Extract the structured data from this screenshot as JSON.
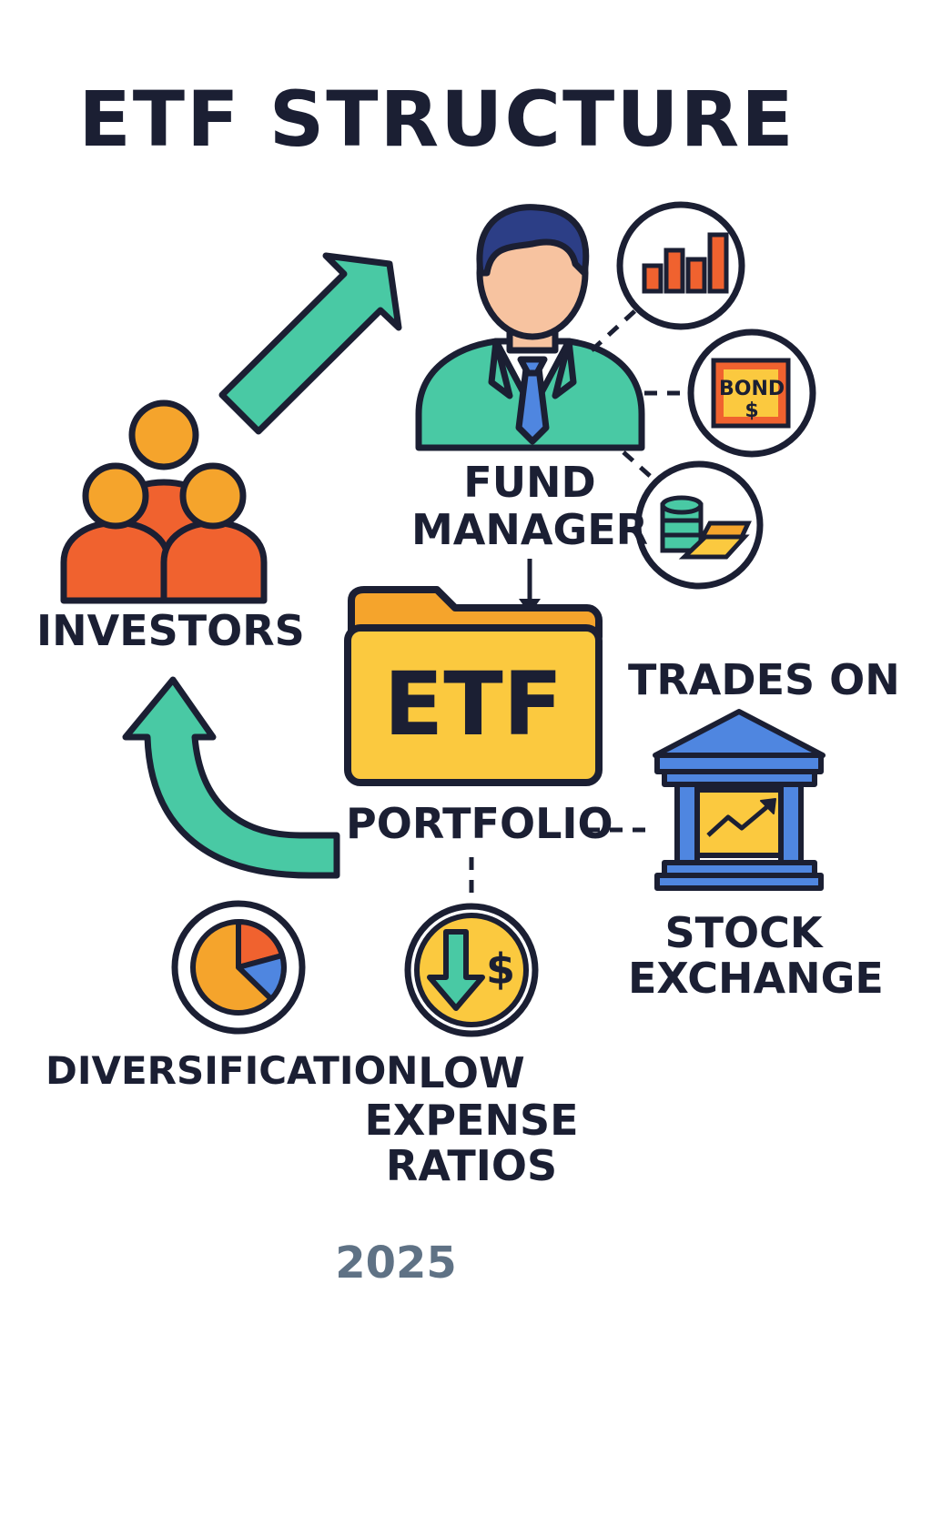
{
  "title": "ETF STRUCTURE",
  "nodes": {
    "investors": "INVESTORS",
    "fund_manager_line1": "FUND",
    "fund_manager_line2": "MANAGER",
    "etf": "ETF",
    "portfolio": "PORTFOLIO",
    "trades_on": "TRADES ON",
    "stock_exchange_line1": "STOCK",
    "stock_exchange_line2": "EXCHANGE",
    "diversification": "DIVERSIFICATION",
    "low_expense_line1": "LOW",
    "low_expense_line2": "EXPENSE",
    "low_expense_line3": "RATIOS"
  },
  "asset_icons": {
    "bond_label": "BOND",
    "bond_symbol": "$",
    "dollar_symbol": "$"
  },
  "footer_year": "2025",
  "colors": {
    "outline": "#1b1f33",
    "teal": "#49c9a4",
    "orange": "#f5a42c",
    "red_orange": "#f0622f",
    "yellow": "#fbc93f",
    "blue": "#4f86e0",
    "navy": "#2c3e86",
    "skin": "#f7c3a0",
    "gray_text": "#5f7285"
  },
  "icons": [
    "up-right-arrow-icon",
    "curved-up-arrow-icon",
    "investors-group-icon",
    "fund-manager-icon",
    "bar-chart-icon",
    "bond-icon",
    "coins-gold-icon",
    "etf-folder-icon",
    "stock-exchange-building-icon",
    "pie-chart-icon",
    "low-cost-dollar-icon"
  ]
}
